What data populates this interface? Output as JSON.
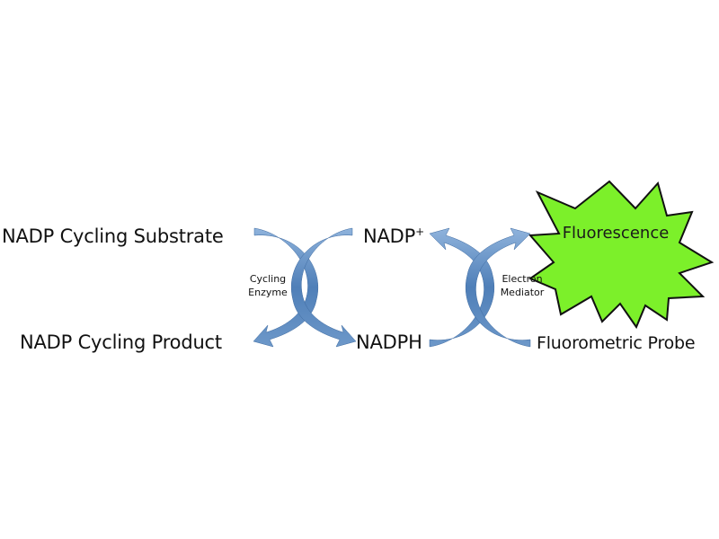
{
  "diagram": {
    "substrate": "NADP Cycling Substrate",
    "product": "NADP Cycling Product",
    "nadp": "NADP",
    "nadp_superscript": "+",
    "nadph": "NADPH",
    "probe": "Fluorometric Probe",
    "fluorescence": "Fluorescence",
    "cycling_enzyme": [
      "Cycling",
      "Enzyme"
    ],
    "electron_mediator": [
      "Electron",
      "Mediator"
    ]
  },
  "colors": {
    "arrow": "#4f7fb8",
    "arrow_light": "#8fb3dc",
    "burst_fill": "#7cf02a",
    "burst_stroke": "#111111",
    "text": "#111111"
  }
}
